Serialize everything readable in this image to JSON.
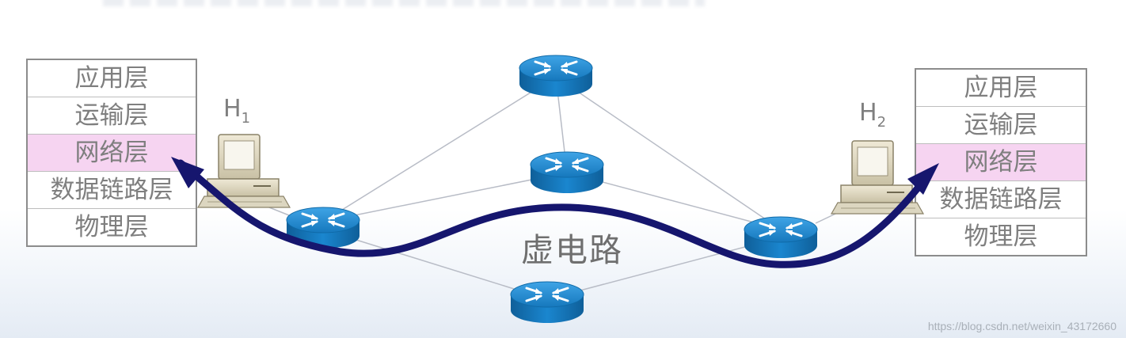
{
  "left_stack": {
    "layers": [
      "应用层",
      "运输层",
      "网络层",
      "数据链路层",
      "物理层"
    ],
    "highlighted": "网络层"
  },
  "right_stack": {
    "layers": [
      "应用层",
      "运输层",
      "网络层",
      "数据链路层",
      "物理层"
    ],
    "highlighted": "网络层"
  },
  "hosts": {
    "h1": {
      "name": "H",
      "sub": "1"
    },
    "h2": {
      "name": "H",
      "sub": "2"
    }
  },
  "network": {
    "router_count": 5,
    "router_color": "#1a7fc4",
    "path_color": "#16166e",
    "label": "虚电路"
  },
  "watermark": "https://blog.csdn.net/weixin_43172660"
}
